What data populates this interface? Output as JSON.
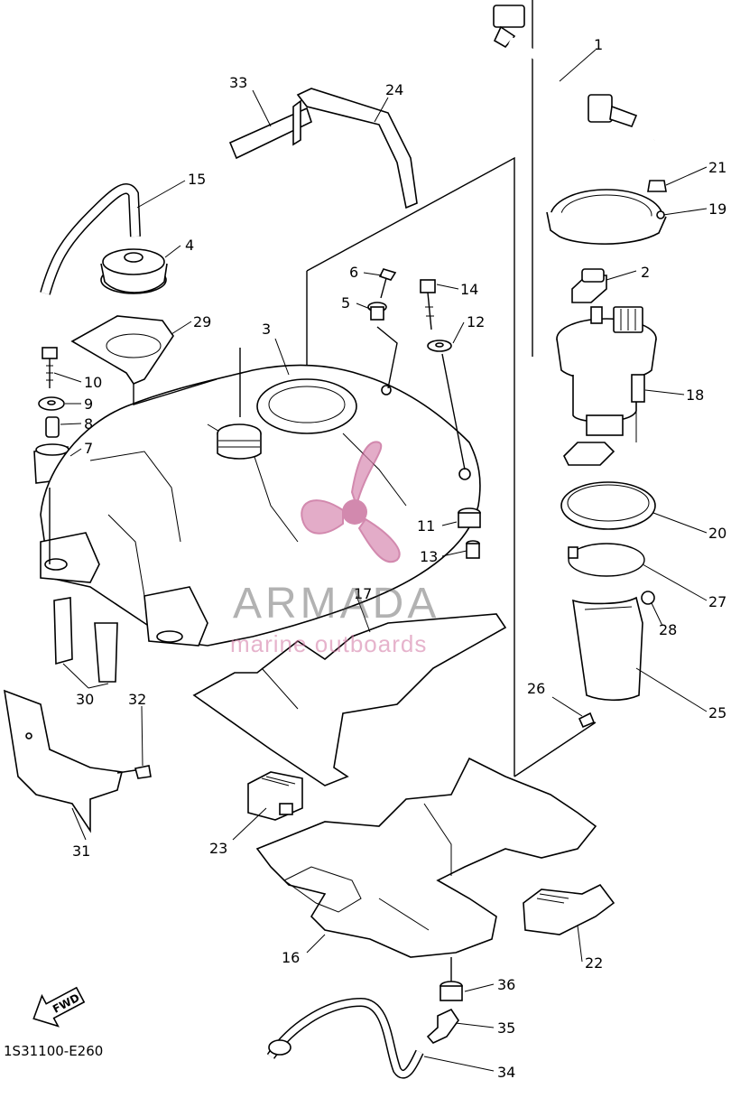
{
  "diagram": {
    "catalog_code": "1S31100-E260",
    "fwd_label": "FWD",
    "callouts": [
      "1",
      "2",
      "3",
      "4",
      "5",
      "6",
      "7",
      "8",
      "9",
      "10",
      "11",
      "12",
      "13",
      "14",
      "15",
      "16",
      "17",
      "18",
      "19",
      "20",
      "21",
      "22",
      "23",
      "24",
      "25",
      "26",
      "27",
      "28",
      "29",
      "30",
      "31",
      "32",
      "33",
      "34",
      "35",
      "36"
    ]
  },
  "watermark": {
    "brand": "ARMADA",
    "tagline": "marine outboards",
    "colors": {
      "logo": "#d889b1",
      "text": "#555555"
    }
  }
}
